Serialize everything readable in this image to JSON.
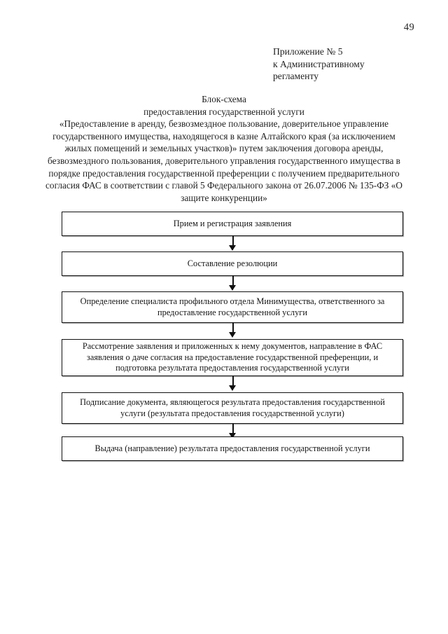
{
  "document": {
    "page_number": "49",
    "appendix_header": [
      "Приложение № 5",
      "к Административному",
      "регламенту"
    ],
    "title": {
      "line1": "Блок-схема",
      "line2": "предоставления государственной услуги",
      "description": "«Предоставление в аренду, безвозмездное пользование, доверительное управление государственного имущества, находящегося в казне Алтайского края (за исключением жилых помещений и земельных участков)» путем заключения договора аренды, безвозмездного пользования, доверительного управления государственного имущества в порядке предоставления государственной преференции с получением предварительного согласия ФАС в соответствии с главой 5 Федерального закона от 26.07.2006 № 135-ФЗ «О защите конкуренции»"
    }
  },
  "chart_data": {
    "type": "diagram",
    "title": "Блок-схема предоставления государственной услуги",
    "orientation": "vertical",
    "connector": "arrow-down",
    "nodes": [
      {
        "id": "step-1",
        "order": 1,
        "shape": "rectangle",
        "lines": 1,
        "label": "Прием и регистрация заявления"
      },
      {
        "id": "step-2",
        "order": 2,
        "shape": "rectangle",
        "lines": 1,
        "label": "Составление резолюции"
      },
      {
        "id": "step-3",
        "order": 3,
        "shape": "rectangle",
        "lines": 2,
        "label": "Определение специалиста профильного отдела Минимущества, ответственного за предоставление государственной услуги"
      },
      {
        "id": "step-4",
        "order": 4,
        "shape": "rectangle",
        "lines": 3,
        "label": "Рассмотрение заявления и приложенных к нему документов, направление в ФАС заявления о даче согласия на предоставление государственной преференции, и подготовка результата предоставления государственной услуги"
      },
      {
        "id": "step-5",
        "order": 5,
        "shape": "rectangle",
        "lines": 2,
        "label": "Подписание документа, являющегося результата предоставления государственной услуги (результата предоставления государственной услуги)"
      },
      {
        "id": "step-6",
        "order": 6,
        "shape": "rectangle",
        "lines": 1,
        "label": "Выдача (направление) результата предоставления государственной услуги"
      }
    ],
    "edges": [
      {
        "from": "step-1",
        "to": "step-2"
      },
      {
        "from": "step-2",
        "to": "step-3"
      },
      {
        "from": "step-3",
        "to": "step-4"
      },
      {
        "from": "step-4",
        "to": "step-5"
      },
      {
        "from": "step-5",
        "to": "step-6"
      }
    ],
    "colors": {
      "border": "#111111",
      "text": "#161616",
      "background": "#ffffff"
    }
  }
}
